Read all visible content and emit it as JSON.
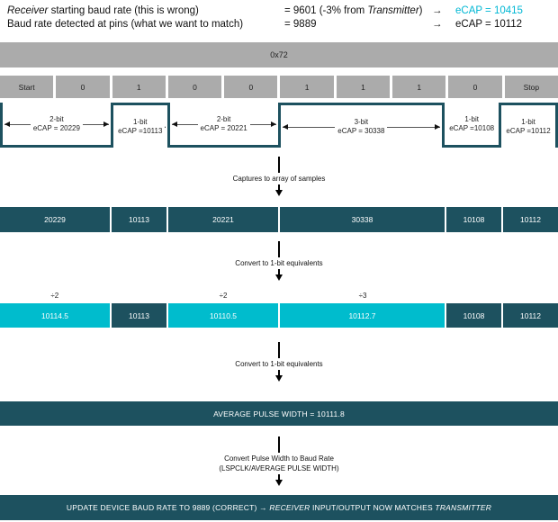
{
  "header": {
    "rows": [
      {
        "label_italic": "Receiver",
        "label_rest": " starting baud rate (this is wrong)",
        "value_prefix": "= 9601 (-3% from ",
        "value_italic": "Transmitter",
        "value_suffix": ")",
        "arrow": "→",
        "ecap": "eCAP = 10415"
      },
      {
        "label_italic": "",
        "label_rest": "Baud rate detected at pins (what we want to match)",
        "value_prefix": "= 9889",
        "value_italic": "",
        "value_suffix": "",
        "arrow": "→",
        "ecap": "eCAP = 10112"
      }
    ]
  },
  "byte_bar": {
    "label": "0x72"
  },
  "bit_row": [
    "Start",
    "0",
    "1",
    "0",
    "0",
    "1",
    "1",
    "1",
    "0",
    "Stop"
  ],
  "waveform": {
    "segments": [
      {
        "level": "low",
        "units": 2,
        "bits": "2-bit",
        "ecap": "eCAP = 20229"
      },
      {
        "level": "high",
        "units": 1,
        "bits": "1-bit",
        "ecap": "eCAP =10113"
      },
      {
        "level": "low",
        "units": 2,
        "bits": "2-bit",
        "ecap": "eCAP = 20221"
      },
      {
        "level": "high",
        "units": 3,
        "bits": "3-bit",
        "ecap": "eCAP = 30338"
      },
      {
        "level": "low",
        "units": 1,
        "bits": "1-bit",
        "ecap": "eCAP =10108"
      },
      {
        "level": "high",
        "units": 1,
        "bits": "1-bit",
        "ecap": "eCAP =10112"
      }
    ]
  },
  "flow_captions": {
    "capture": "Captures to array of samples",
    "convert1": "Convert to 1-bit equivalents",
    "convert2": "Convert to 1-bit equivalents",
    "baud_line1": "Convert Pulse Width to Baud Rate",
    "baud_line2": "(LSPCLK/AVERAGE PULSE WIDTH)"
  },
  "samples_row": {
    "cells": [
      {
        "value": "20229",
        "units": 2
      },
      {
        "value": "10113",
        "units": 1
      },
      {
        "value": "20221",
        "units": 2
      },
      {
        "value": "30338",
        "units": 3
      },
      {
        "value": "10108",
        "units": 1
      },
      {
        "value": "10112",
        "units": 1
      }
    ]
  },
  "divisors": [
    {
      "label": "÷2",
      "center_pct": 9.8
    },
    {
      "label": "÷2",
      "center_pct": 40.0
    },
    {
      "label": "÷3",
      "center_pct": 65.0
    }
  ],
  "converted_row": {
    "cells": [
      {
        "value": "10114.5",
        "units": 2,
        "highlight": true
      },
      {
        "value": "10113",
        "units": 1,
        "highlight": false
      },
      {
        "value": "10110.5",
        "units": 2,
        "highlight": true
      },
      {
        "value": "10112.7",
        "units": 3,
        "highlight": true
      },
      {
        "value": "10108",
        "units": 1,
        "highlight": false
      },
      {
        "value": "10112",
        "units": 1,
        "highlight": false
      }
    ]
  },
  "average_bar": {
    "label": "AVERAGE PULSE WIDTH = 10111.8"
  },
  "final_bar": {
    "prefix": "UPDATE DEVICE BAUD RATE TO 9889 (CORRECT) → ",
    "italic1": "RECEIVER",
    "middle": " INPUT/OUTPUT NOW MATCHES ",
    "italic2": "TRANSMITTER"
  },
  "colors": {
    "teal_dark": "#1d515f",
    "cyan": "#00bccd",
    "gray": "#ababab",
    "accent_text": "#00b7d4"
  }
}
